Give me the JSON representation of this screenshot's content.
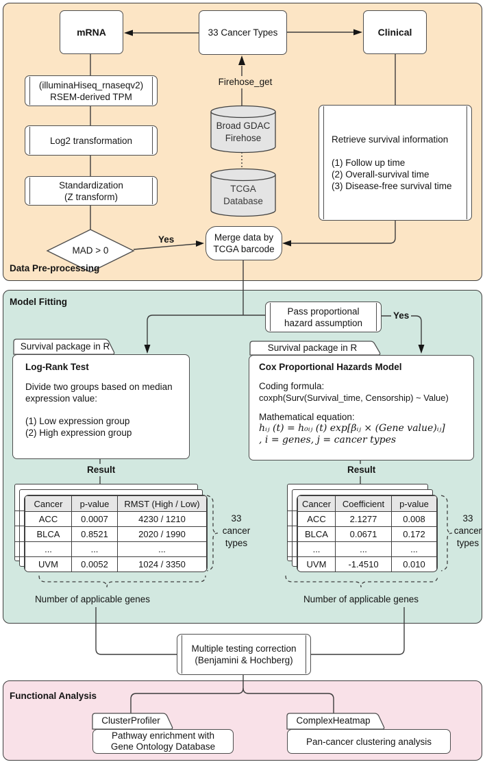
{
  "sections": {
    "preprocessing": {
      "label": "Data Pre-processing"
    },
    "model_fitting": {
      "label": "Model Fitting"
    },
    "functional": {
      "label": "Functional Analysis"
    }
  },
  "nodes": {
    "mrna": "mRNA",
    "cancer_types": "33 Cancer Types",
    "clinical": "Clinical"
  },
  "labels": {
    "firehose_get": "Firehose_get",
    "yes_mad": "Yes",
    "yes_pass": "Yes",
    "result_left": "Result",
    "result_right": "Result"
  },
  "databases": {
    "firehose": {
      "line1": "Broad GDAC",
      "line2": "Firehose"
    },
    "tcga": {
      "line1": "TCGA",
      "line2": "Database"
    }
  },
  "preprocess": {
    "rsem": {
      "line1": "(illuminaHiseq_rnaseqv2)",
      "line2": "RSEM-derived TPM"
    },
    "log2": "Log2 transformation",
    "standardize": {
      "line1": "Standardization",
      "line2": "(Z transform)"
    },
    "mad": "MAD > 0",
    "retrieve": {
      "title": "Retrieve survival information",
      "item1": "(1) Follow up time",
      "item2": "(2) Overall-survival time",
      "item3": "(3) Disease-free survival time"
    },
    "merge": {
      "line1": "Merge data by",
      "line2": "TCGA barcode"
    }
  },
  "model": {
    "pass": {
      "line1": "Pass proportional",
      "line2": "hazard assumption"
    },
    "logrank": {
      "tab": "Survival package in R",
      "title": "Log-Rank Test",
      "p1": "Divide two groups based on median",
      "p2": "expression value:",
      "i1": "(1) Low expression group",
      "i2": "(2) High expression group"
    },
    "cox": {
      "tab": "Survival package in R",
      "title": "Cox Proportional Hazards Model",
      "p1": "Coding formula:",
      "code": "coxph(Surv(Survival_time, Censorship) ~ Value)",
      "p2": "Mathematical equation:",
      "eq1": "hᵢⱼ (t) = h₀ᵢⱼ (t) exp[βᵢⱼ × (Gene value)ᵢⱼ]",
      "eq2": ", i = genes, j = cancer types"
    }
  },
  "tables": {
    "logrank": {
      "headers": [
        "Cancer",
        "p-value",
        "RMST (High / Low)"
      ],
      "rows": [
        [
          "ACC",
          "0.0007",
          "4230 / 1210"
        ],
        [
          "BLCA",
          "0.8521",
          "2020 / 1990"
        ],
        [
          "...",
          "...",
          "..."
        ],
        [
          "UVM",
          "0.0052",
          "1024 / 3350"
        ]
      ],
      "brace_label": {
        "l1": "33",
        "l2": "cancer",
        "l3": "types"
      },
      "bottom_label": "Number of applicable genes"
    },
    "cox": {
      "headers": [
        "Cancer",
        "Coefficient",
        "p-value"
      ],
      "rows": [
        [
          "ACC",
          "2.1277",
          "0.008"
        ],
        [
          "BLCA",
          "0.0671",
          "0.172"
        ],
        [
          "...",
          "...",
          "..."
        ],
        [
          "UVM",
          "-1.4510",
          "0.010"
        ]
      ],
      "brace_label": {
        "l1": "33",
        "l2": "cancer",
        "l3": "types"
      },
      "bottom_label": "Number of applicable genes"
    }
  },
  "correction": {
    "line1": "Multiple testing correction",
    "line2": "(Benjamini & Hochberg)"
  },
  "functional": {
    "cluster": {
      "tab": "ClusterProfiler",
      "line1": "Pathway enrichment with",
      "line2": "Gene Ontology Database"
    },
    "heatmap": {
      "tab": "ComplexHeatmap",
      "line1": "Pan-cancer clustering analysis"
    }
  },
  "colors": {
    "preprocessing_bg": "#fce5c5",
    "model_bg": "#d2e8e0",
    "functional_bg": "#f9e1e8",
    "cylinder_fill": "#e4e4e4",
    "table_header_bg": "#e6e6e6",
    "line": "#3c3c3c"
  }
}
